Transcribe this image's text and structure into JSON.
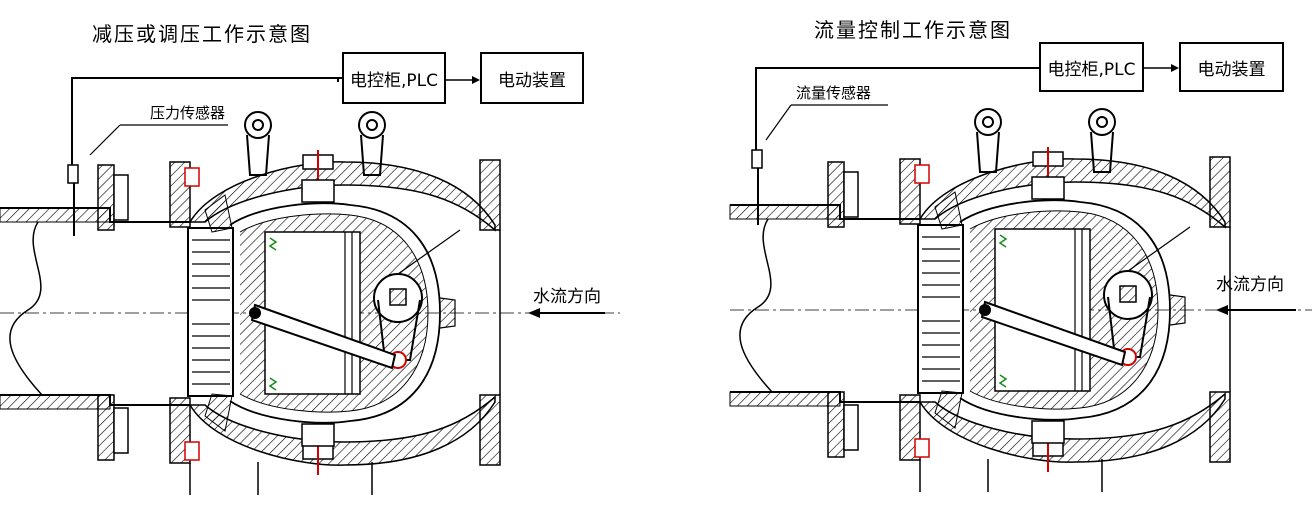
{
  "diagrams": [
    {
      "title": "减压或调压工作示意图",
      "controller_label": "电控柜,PLC",
      "arrow_symbol": "→",
      "actuator_label": "电动装置",
      "sensor_label": "压力传感器",
      "flow_label": "水流方向"
    },
    {
      "title": "流量控制工作示意图",
      "controller_label": "电控柜,PLC",
      "arrow_symbol": "→",
      "actuator_label": "电动装置",
      "sensor_label": "流量传感器",
      "flow_label": "水流方向"
    }
  ],
  "colors": {
    "line": "#000000",
    "hatch": "#000000",
    "bolt_accent": "#d40000",
    "spring_accent": "#1a8a1a"
  }
}
